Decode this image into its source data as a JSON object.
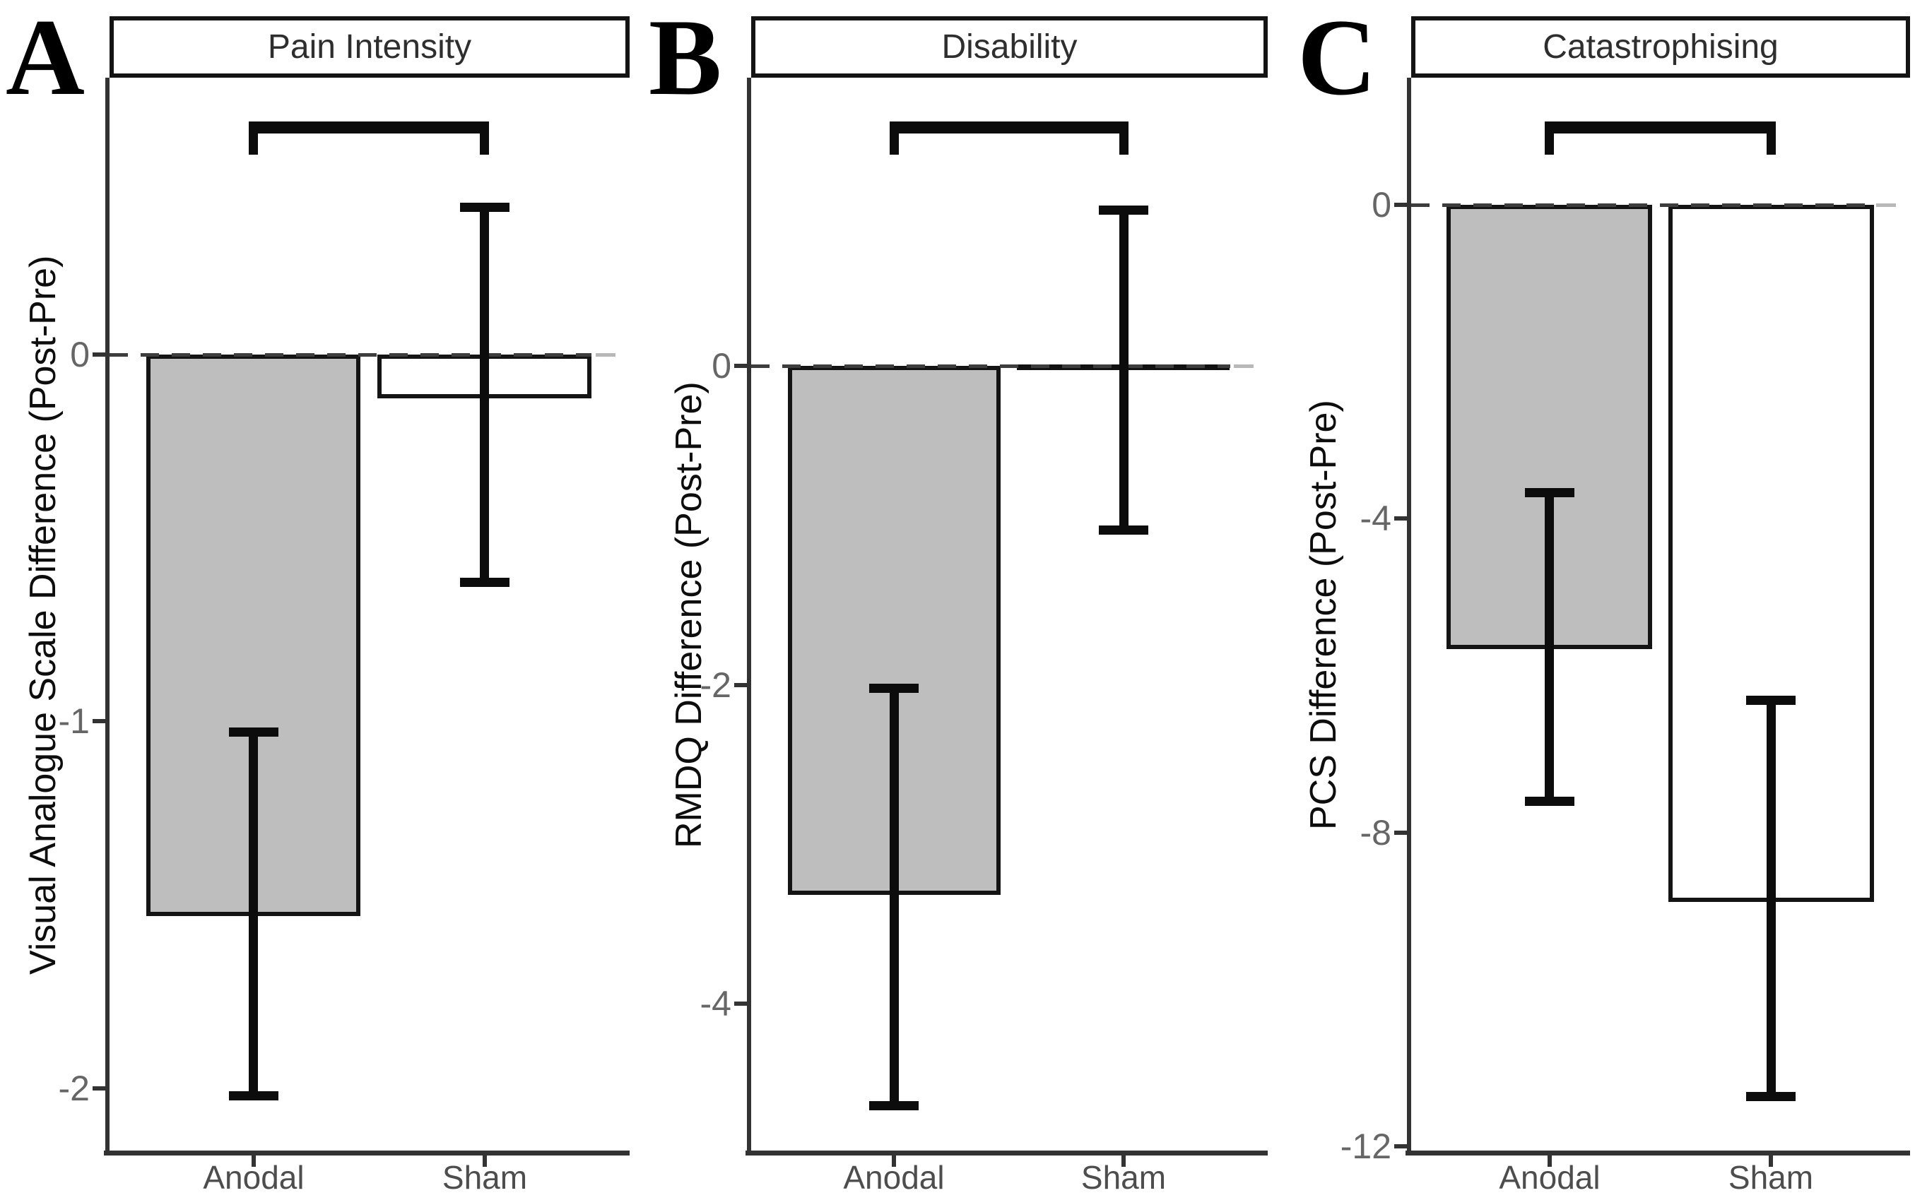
{
  "figure": {
    "description_labels": {
      "group_axis_categories": [
        "Anodal",
        "Sham"
      ]
    },
    "colors": {
      "anodal_fill": "#bebebe",
      "sham_fill": "#ffffff",
      "bar_border": "#141414",
      "error_bar": "#0c0c0c",
      "bracket": "#0c0c0c",
      "axis": "#333333",
      "tick_label": "#666666",
      "category_label": "#4d4d4d",
      "title_text": "#2e2e2e",
      "zero_dash_dark": "#3d3d3d",
      "zero_dash_light": "#b8b8b8"
    }
  },
  "chart_data": [
    {
      "type": "bar",
      "panel_letter": "A",
      "title": "Pain Intensity",
      "ylabel": "Visual Analogue Scale Difference (Post-Pre)",
      "xlabel": "",
      "categories": [
        "Anodal",
        "Sham"
      ],
      "yticks": [
        0,
        -1,
        -2
      ],
      "ylim": [
        0.75,
        -2.17
      ],
      "grid": false,
      "legend": "none",
      "zero_line_dashed": true,
      "significance_bracket": true,
      "series": [
        {
          "name": "Anodal",
          "value": -1.53,
          "error_high": -1.02,
          "error_low": -2.03,
          "fill": "#bebebe"
        },
        {
          "name": "Sham",
          "value": -0.12,
          "error_high": 0.41,
          "error_low": -0.63,
          "fill": "#ffffff"
        }
      ]
    },
    {
      "type": "bar",
      "panel_letter": "B",
      "title": "Disability",
      "ylabel": "RMDQ Difference (Post-Pre)",
      "xlabel": "",
      "categories": [
        "Anodal",
        "Sham"
      ],
      "yticks": [
        0,
        -2,
        -4
      ],
      "ylim": [
        1.8,
        -4.92
      ],
      "grid": false,
      "legend": "none",
      "zero_line_dashed": true,
      "significance_bracket": true,
      "series": [
        {
          "name": "Anodal",
          "value": -3.32,
          "error_high": -2.0,
          "error_low": -4.66,
          "fill": "#bebebe"
        },
        {
          "name": "Sham",
          "value": -0.02,
          "error_high": 1.0,
          "error_low": -1.05,
          "fill": "#ffffff"
        }
      ]
    },
    {
      "type": "bar",
      "panel_letter": "C",
      "title": "Catastrophising",
      "ylabel": "PCS Difference (Post-Pre)",
      "xlabel": "",
      "categories": [
        "Anodal",
        "Sham"
      ],
      "yticks": [
        0,
        -4,
        -8,
        -12
      ],
      "ylim": [
        1.6,
        -12.05
      ],
      "grid": false,
      "legend": "none",
      "zero_line_dashed": true,
      "significance_bracket": true,
      "series": [
        {
          "name": "Anodal",
          "value": -5.66,
          "error_high": -3.63,
          "error_low": -7.64,
          "fill": "#bebebe"
        },
        {
          "name": "Sham",
          "value": -8.88,
          "error_high": -6.27,
          "error_low": -11.4,
          "fill": "#ffffff"
        }
      ]
    }
  ]
}
